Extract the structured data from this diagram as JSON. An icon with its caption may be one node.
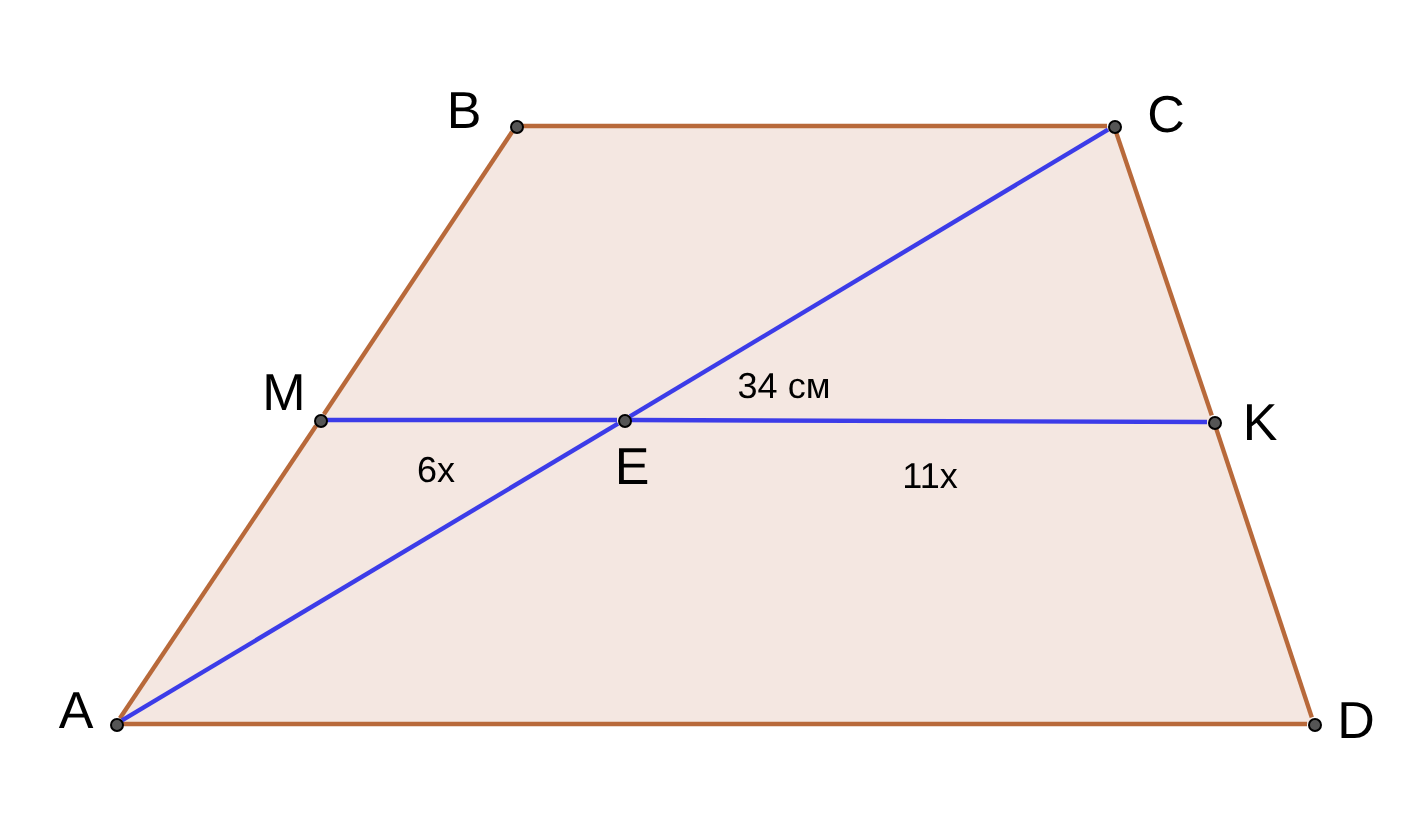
{
  "diagram": {
    "nodes": [
      {
        "text": [],
        "shape": "circle",
        "beside": [
          "A"
        ]
      },
      {
        "text": [],
        "shape": "circle",
        "beside": [
          "B"
        ]
      },
      {
        "text": [],
        "shape": "circle",
        "beside": [
          "C"
        ]
      },
      {
        "text": [],
        "shape": "circle",
        "beside": [
          "D"
        ]
      },
      {
        "text": [],
        "shape": "circle",
        "beside": [
          "M"
        ]
      },
      {
        "text": [],
        "shape": "circle",
        "beside": [
          "E"
        ]
      },
      {
        "text": [],
        "shape": "circle",
        "beside": [
          "K"
        ]
      }
    ],
    "edges": [
      {
        "from": 0,
        "to": 4,
        "arrow": "none"
      },
      {
        "from": 4,
        "to": 1,
        "arrow": "none"
      },
      {
        "from": 1,
        "to": 2,
        "arrow": "none"
      },
      {
        "from": 2,
        "to": 6,
        "arrow": "none"
      },
      {
        "from": 6,
        "to": 3,
        "arrow": "none"
      },
      {
        "from": 3,
        "to": 0,
        "arrow": "none"
      },
      {
        "from": 4,
        "to": 5,
        "arrow": "none",
        "color": "#3c3ce8"
      },
      {
        "from": 5,
        "to": 6,
        "arrow": "none",
        "color": "#3c3ce8"
      },
      {
        "from": 0,
        "to": 5,
        "arrow": "none",
        "color": "#3c3ce8"
      },
      {
        "from": 5,
        "to": 2,
        "arrow": "none",
        "color": "#3c3ce8"
      }
    ],
    "labels": [
      "34 см",
      "6x",
      "11x"
    ]
  }
}
